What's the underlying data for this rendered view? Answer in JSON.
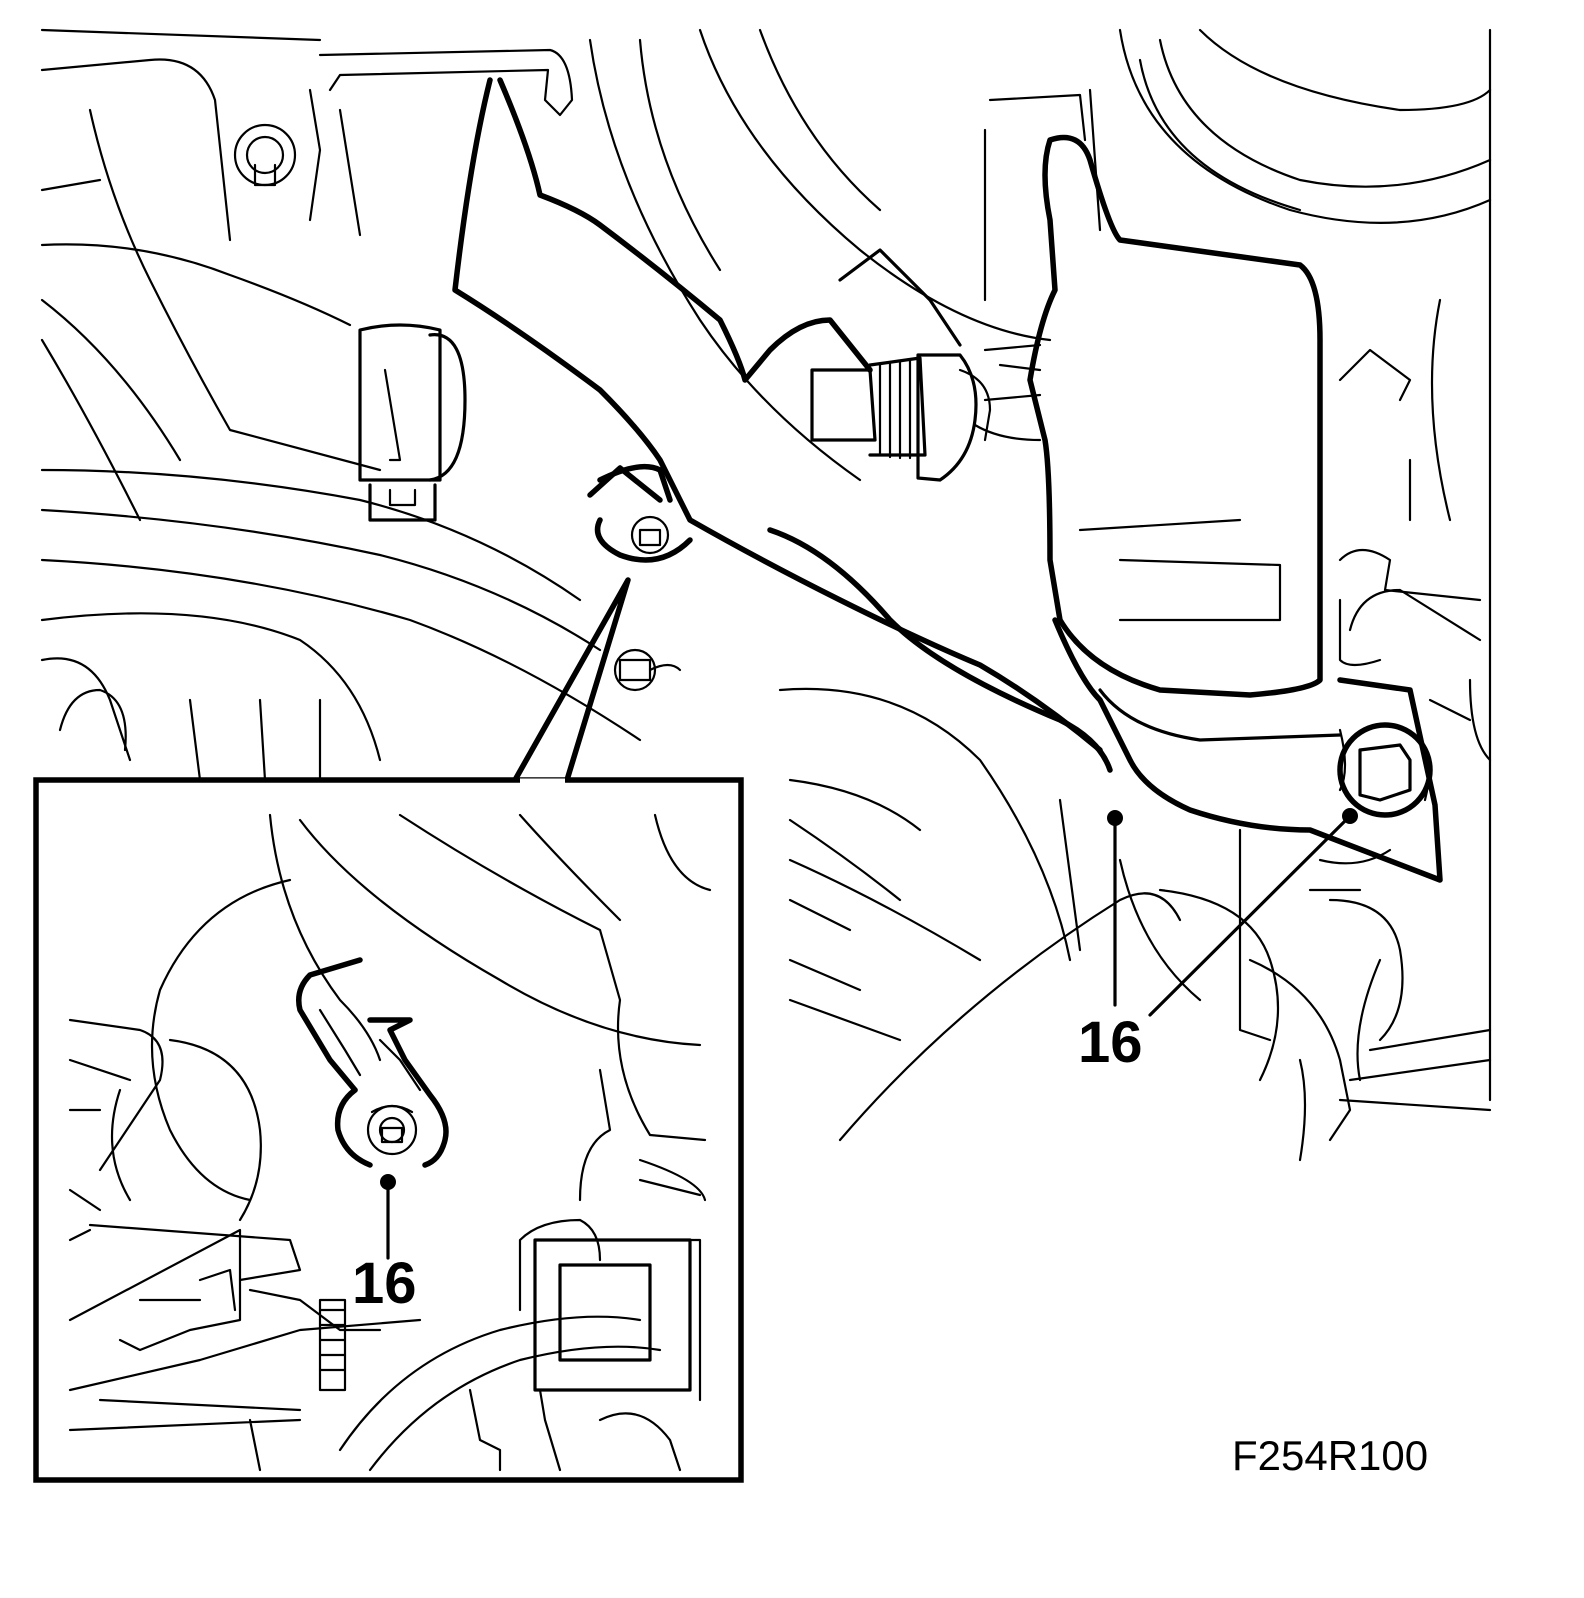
{
  "callouts": {
    "main": "16",
    "inset": "16"
  },
  "figure_code": "F254R100"
}
